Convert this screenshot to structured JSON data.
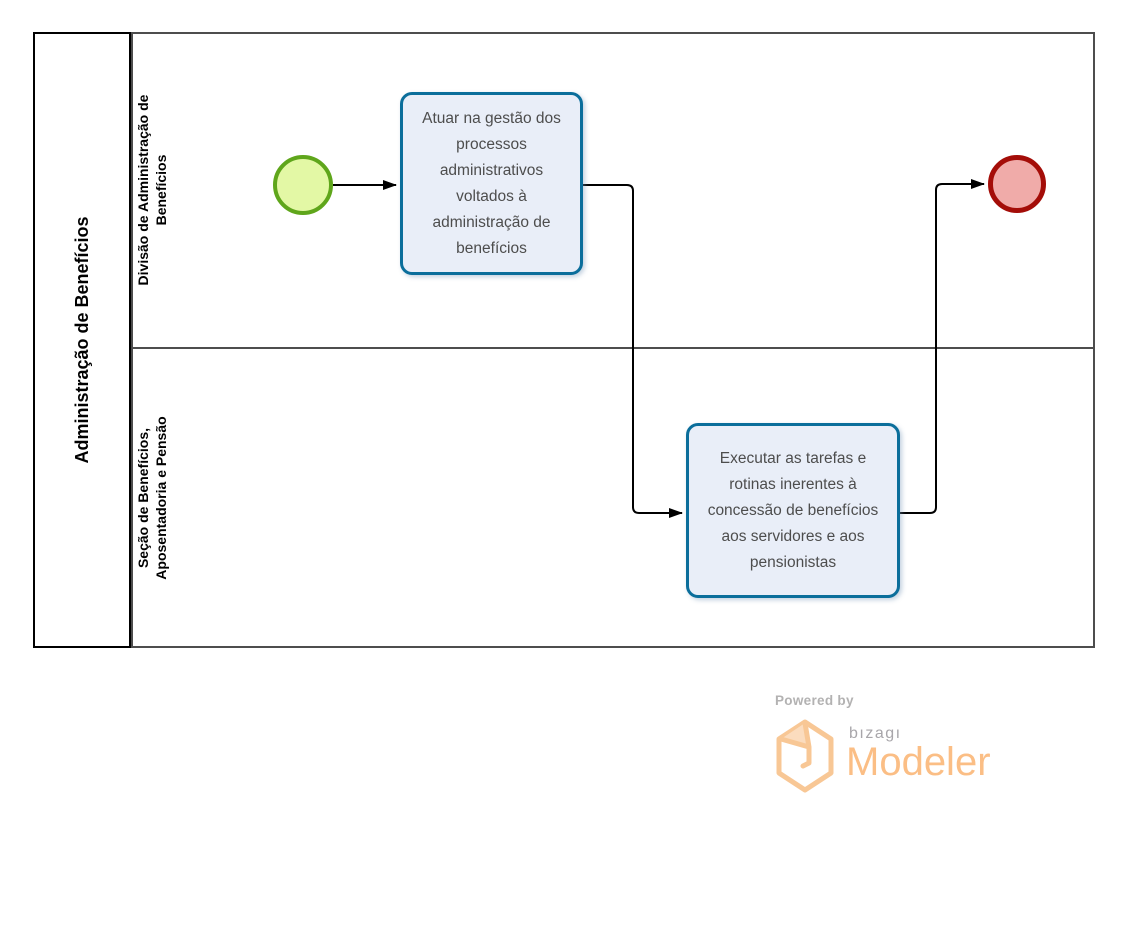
{
  "pool": {
    "label": "Administração de Benefícios"
  },
  "lanes": [
    {
      "lines": [
        "Divisão de Administração de",
        "Benefícios"
      ]
    },
    {
      "lines": [
        "Seção de Benefícios,",
        "Aposentadoria e Pensão"
      ]
    }
  ],
  "tasks": [
    {
      "label": "Atuar na gestão dos processos administrativos voltados à administração de benefícios"
    },
    {
      "label": "Executar as tarefas e rotinas inerentes à concessão de benefícios aos servidores e aos pensionistas"
    }
  ],
  "branding": {
    "powered_by": "Powered by",
    "brand": "bızagı",
    "product": "Modeler"
  },
  "colors": {
    "pool_border": "#000000",
    "lane_border": "#4d4d4d",
    "task_border": "#0b6e9b",
    "task_fill": "#e9eef8",
    "task_text": "#4d4d4d",
    "start_event_border": "#5fa61b",
    "start_event_fill": "#e3f8a5",
    "end_event_border": "#a40d08",
    "end_event_fill": "#f0aba9",
    "flow_line": "#000000",
    "brand_orange": "#fbbe85",
    "brand_gray": "#a8a6aa"
  }
}
